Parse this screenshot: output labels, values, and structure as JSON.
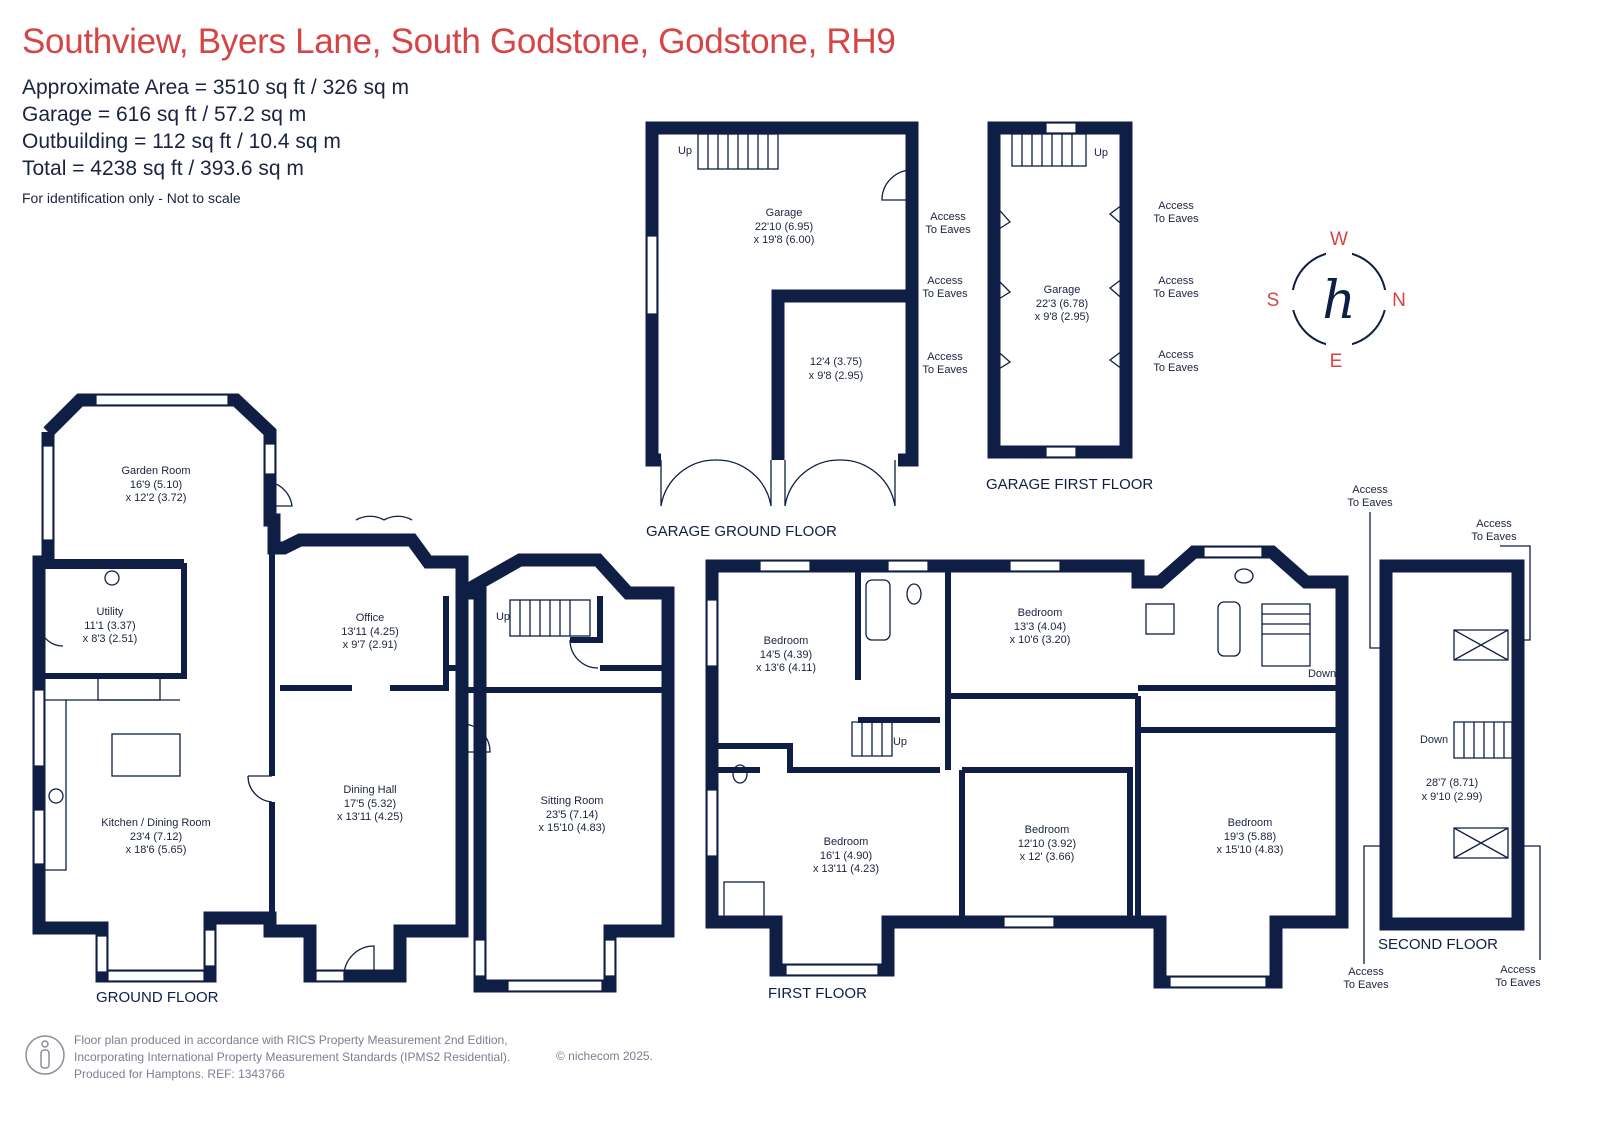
{
  "title": "Southview, Byers Lane, South Godstone, Godstone, RH9",
  "areas": [
    "Approximate Area = 3510 sq ft / 326 sq m",
    "Garage = 616 sq ft / 57.2 sq m",
    "Outbuilding = 112 sq ft / 10.4 sq m",
    "Total = 4238 sq ft / 393.6 sq m"
  ],
  "note": "For identification only - Not to scale",
  "floors": {
    "ground": "GROUND FLOOR",
    "first": "FIRST FLOOR",
    "second": "SECOND FLOOR",
    "garage_ground": "GARAGE GROUND FLOOR",
    "garage_first": "GARAGE FIRST FLOOR"
  },
  "rooms": {
    "garden_room": [
      "Garden Room",
      "16'9 (5.10)",
      "x 12'2 (3.72)"
    ],
    "utility": [
      "Utility",
      "11'1 (3.37)",
      "x 8'3 (2.51)"
    ],
    "kitchen": [
      "Kitchen / Dining Room",
      "23'4 (7.12)",
      "x 18'6 (5.65)"
    ],
    "office": [
      "Office",
      "13'11 (4.25)",
      "x 9'7 (2.91)"
    ],
    "dining_hall": [
      "Dining Hall",
      "17'5 (5.32)",
      "x 13'11 (4.25)"
    ],
    "sitting_room": [
      "Sitting Room",
      "23'5 (7.14)",
      "x 15'10 (4.83)"
    ],
    "garage_main": [
      "Garage",
      "22'10 (6.95)",
      "x 19'8 (6.00)"
    ],
    "garage_bay": [
      "12'4 (3.75)",
      "x 9'8 (2.95)"
    ],
    "garage_upper": [
      "Garage",
      "22'3 (6.78)",
      "x 9'8 (2.95)"
    ],
    "bedroom_1": [
      "Bedroom",
      "14'5 (4.39)",
      "x 13'6 (4.11)"
    ],
    "bedroom_2": [
      "Bedroom",
      "13'3 (4.04)",
      "x 10'6 (3.20)"
    ],
    "bedroom_3": [
      "Bedroom",
      "16'1 (4.90)",
      "x 13'11 (4.23)"
    ],
    "bedroom_4": [
      "Bedroom",
      "12'10 (3.92)",
      "x 12' (3.66)"
    ],
    "bedroom_5": [
      "Bedroom",
      "19'3 (5.88)",
      "x 15'10 (4.83)"
    ],
    "second_room": [
      "28'7 (8.71)",
      "x 9'10 (2.99)"
    ]
  },
  "labels": {
    "up": "Up",
    "down": "Down",
    "access_line1": "Access",
    "access_line2": "To Eaves"
  },
  "compass": {
    "w": "W",
    "n": "N",
    "e": "E",
    "s": "S",
    "logo": "h"
  },
  "footer": {
    "line1": "Floor plan produced in accordance with RICS Property Measurement 2nd Edition,",
    "line2": "Incorporating International Property Measurement Standards (IPMS2 Residential).",
    "line3": "Produced for Hamptons.  REF:  1343766",
    "copyright": "© nichecom 2025."
  },
  "colors": {
    "title": "#d64545",
    "walls": "#0f1e44",
    "text": "#1a2340"
  }
}
